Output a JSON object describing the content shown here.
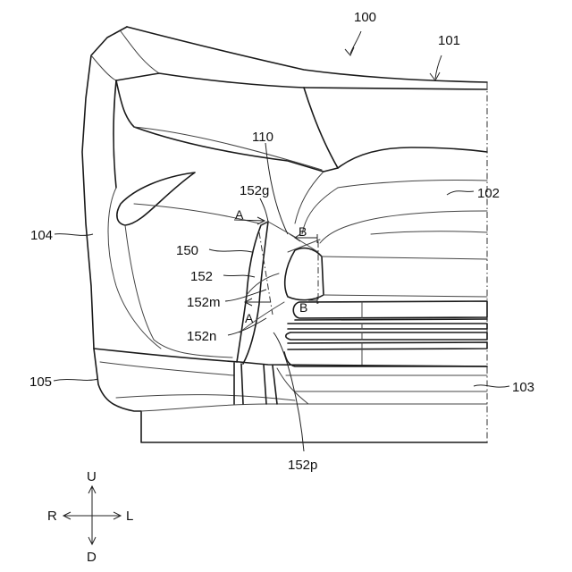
{
  "labels": {
    "ref_100": "100",
    "ref_101": "101",
    "ref_102": "102",
    "ref_103": "103",
    "ref_104": "104",
    "ref_105": "105",
    "ref_110": "110",
    "ref_150": "150",
    "ref_152": "152",
    "ref_152g": "152g",
    "ref_152m": "152m",
    "ref_152n": "152n",
    "ref_152p": "152p"
  },
  "sections": {
    "a_top": "A",
    "a_bottom": "A",
    "b_top": "B",
    "b_bottom": "B"
  },
  "compass": {
    "up": "U",
    "down": "D",
    "right": "R",
    "left": "L"
  }
}
